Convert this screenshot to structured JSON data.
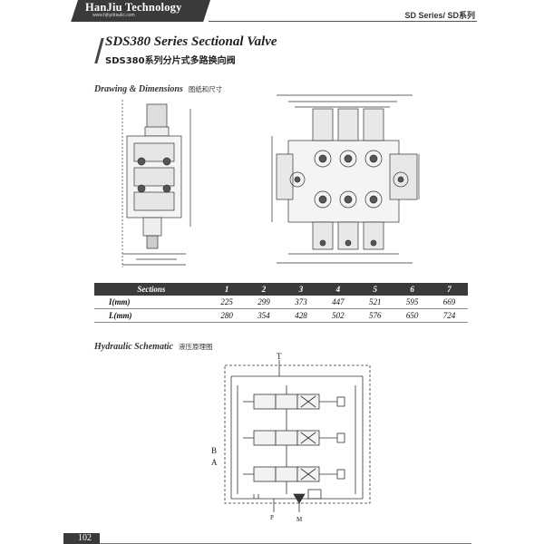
{
  "header": {
    "brand_name": "HanJiu Technology",
    "brand_url": "www.hjhydraulic.com",
    "series": "SD Series/ SD系列"
  },
  "title": {
    "en": "SDS380 Series Sectional Valve",
    "cn": "SDS380系列分片式多路换向阀"
  },
  "drawing": {
    "label_en": "Drawing & Dimensions",
    "label_cn": "图纸和尺寸"
  },
  "table": {
    "headers": [
      "Sections",
      "1",
      "2",
      "3",
      "4",
      "5",
      "6",
      "7"
    ],
    "rows": [
      {
        "label": "I(mm)",
        "values": [
          "225",
          "299",
          "373",
          "447",
          "521",
          "595",
          "669"
        ]
      },
      {
        "label": "L(mm)",
        "values": [
          "280",
          "354",
          "428",
          "502",
          "576",
          "650",
          "724"
        ]
      }
    ]
  },
  "schematic": {
    "label_en": "Hydraulic Schematic",
    "label_cn": "液压原理图",
    "port_t": "T",
    "port_b": "B",
    "port_a": "A",
    "port_p": "P",
    "port_m": "M"
  },
  "footer": {
    "page_number": "102"
  }
}
